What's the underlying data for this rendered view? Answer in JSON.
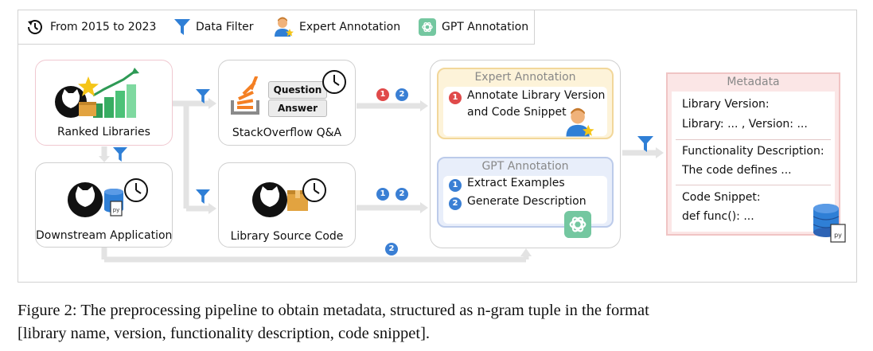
{
  "legend": {
    "time_label": "From 2015 to 2023",
    "filter_label": "Data Filter",
    "expert_label": "Expert Annotation",
    "gpt_label": "GPT Annotation"
  },
  "nodes": {
    "ranked_libraries": "Ranked Libraries",
    "downstream_application": "Downstream Application",
    "stackoverflow": "StackOverflow Q&A",
    "library_source_code": "Library Source Code",
    "question_tag": "Question",
    "answer_tag": "Answer"
  },
  "expert_panel": {
    "title": "Expert Annotation",
    "step1": "Annotate Library Version",
    "step1b": "and Code Snippet"
  },
  "gpt_panel": {
    "title": "GPT Annotation",
    "step1": "Extract Examples",
    "step2": "Generate Description"
  },
  "metadata": {
    "title": "Metadata",
    "line1": "Library Version:",
    "line2": "Library: ... , Version: ...",
    "line3": "Functionality Description:",
    "line4": "The code defines ...",
    "line5": "Code Snippet:",
    "line6": "def func(): ..."
  },
  "badges": {
    "one": "1",
    "two": "2"
  },
  "caption": {
    "line1": "Figure 2: The preprocessing pipeline to obtain metadata, structured as n-gram tuple in the format",
    "line2": "[library name, version, functionality description, code snippet]."
  },
  "colors": {
    "expert_fill": "#fdf3d9",
    "expert_border": "#f2d79a",
    "gpt_fill": "#e8eefa",
    "gpt_border": "#bccbea",
    "metadata_fill": "#fbe6e6",
    "metadata_border": "#f0c4c4",
    "filter_blue": "#2f7fd6",
    "badge_red": "#e04a4a",
    "badge_blue": "#3a7fd4"
  }
}
